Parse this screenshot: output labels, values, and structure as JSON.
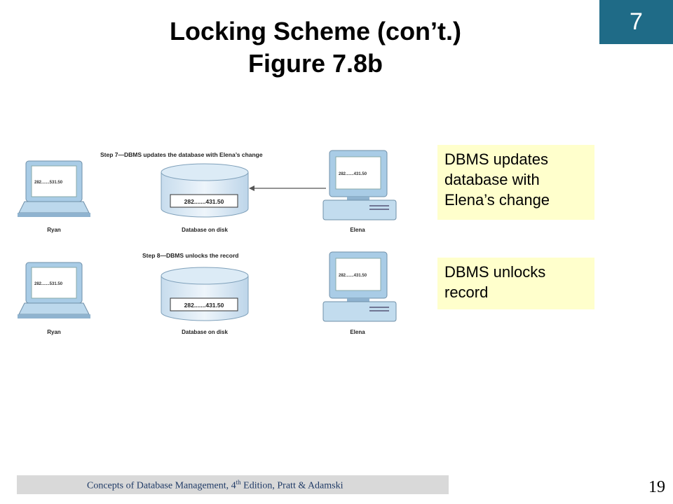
{
  "chapter_number": "7",
  "title_line1": "Locking Scheme (con’t.)",
  "title_line2": "Figure 7.8b",
  "figure": {
    "step7_caption": "Step 7—DBMS updates the database with Elena’s change",
    "step8_caption": "Step 8—DBMS unlocks the record",
    "screen_value_ryan": "282.......531.50",
    "screen_value_elena": "282.......431.50",
    "database_value": "282.......431.50",
    "label_ryan": "Ryan",
    "label_database": "Database on disk",
    "label_elena": "Elena"
  },
  "callouts": {
    "step7": "DBMS updates database with Elena’s change",
    "step8": "DBMS unlocks record"
  },
  "footer": {
    "text_prefix": "Concepts of Database Management, 4",
    "text_sup": "th",
    "text_suffix": " Edition, Pratt & Adamski"
  },
  "page_number": "19",
  "colors": {
    "chapter_tab": "#1f6b87",
    "callout_bg": "#ffffcc",
    "device_blue": "#9fc8e8"
  }
}
